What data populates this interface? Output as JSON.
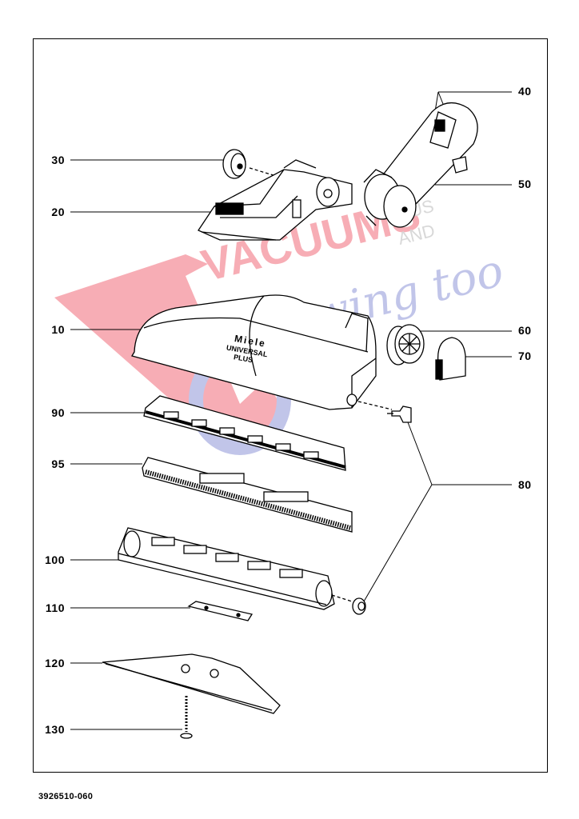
{
  "diagram": {
    "part_labels": {
      "p10": "10",
      "p20": "20",
      "p30": "30",
      "p40": "40",
      "p50": "50",
      "p60": "60",
      "p70": "70",
      "p80": "80",
      "p90": "90",
      "p95": "95",
      "p100": "100",
      "p110": "110",
      "p120": "120",
      "p130": "130"
    },
    "hood_brand": "Miele",
    "hood_model_line1": "UNIVERSAL",
    "hood_model_line2": "PLUS",
    "document_number": "3926510-060"
  },
  "watermark": {
    "brand": "VACUUMS",
    "small_text_1": "PLUS",
    "small_text_2": "AND",
    "script_text": "Sewing too",
    "colors": {
      "red": "#f06a78",
      "blue": "#8e96d8"
    }
  }
}
